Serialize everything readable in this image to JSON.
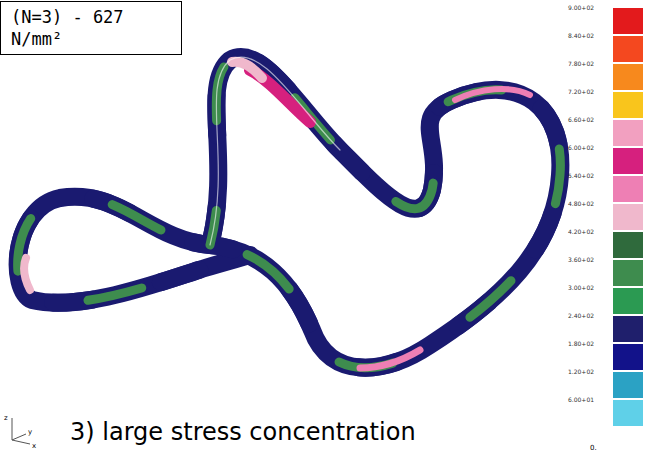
{
  "diagram": {
    "nodes": [
      {
        "text": [
          "(N=3) - 627 N/mm²"
        ]
      }
    ],
    "edges": [],
    "labels": [
      "3) large stress concentration",
      "z",
      "y",
      "x",
      "0."
    ],
    "legend": [
      {
        "text": "9.00+02",
        "color": "#e31a1c"
      },
      {
        "text": "8.40+02",
        "color": "#f4481f"
      },
      {
        "text": "7.80+02",
        "color": "#f7891d"
      },
      {
        "text": "7.20+02",
        "color": "#f9c51c"
      },
      {
        "text": "6.60+02",
        "color": "#f2a0c0"
      },
      {
        "text": "6.00+02",
        "color": "#d6207e"
      },
      {
        "text": "5.40+02",
        "color": "#ee7fb4"
      },
      {
        "text": "4.80+02",
        "color": "#f0b8cc"
      },
      {
        "text": "4.20+02",
        "color": "#2f6a3c"
      },
      {
        "text": "3.60+02",
        "color": "#3e8c4e"
      },
      {
        "text": "3.00+02",
        "color": "#2b9a52"
      },
      {
        "text": "2.40+02",
        "color": "#1f1f6c"
      },
      {
        "text": "1.80+02",
        "color": "#12128a"
      },
      {
        "text": "1.20+02",
        "color": "#2ba2c4"
      },
      {
        "text": "6.00+01",
        "color": "#5fd0e8"
      }
    ]
  }
}
